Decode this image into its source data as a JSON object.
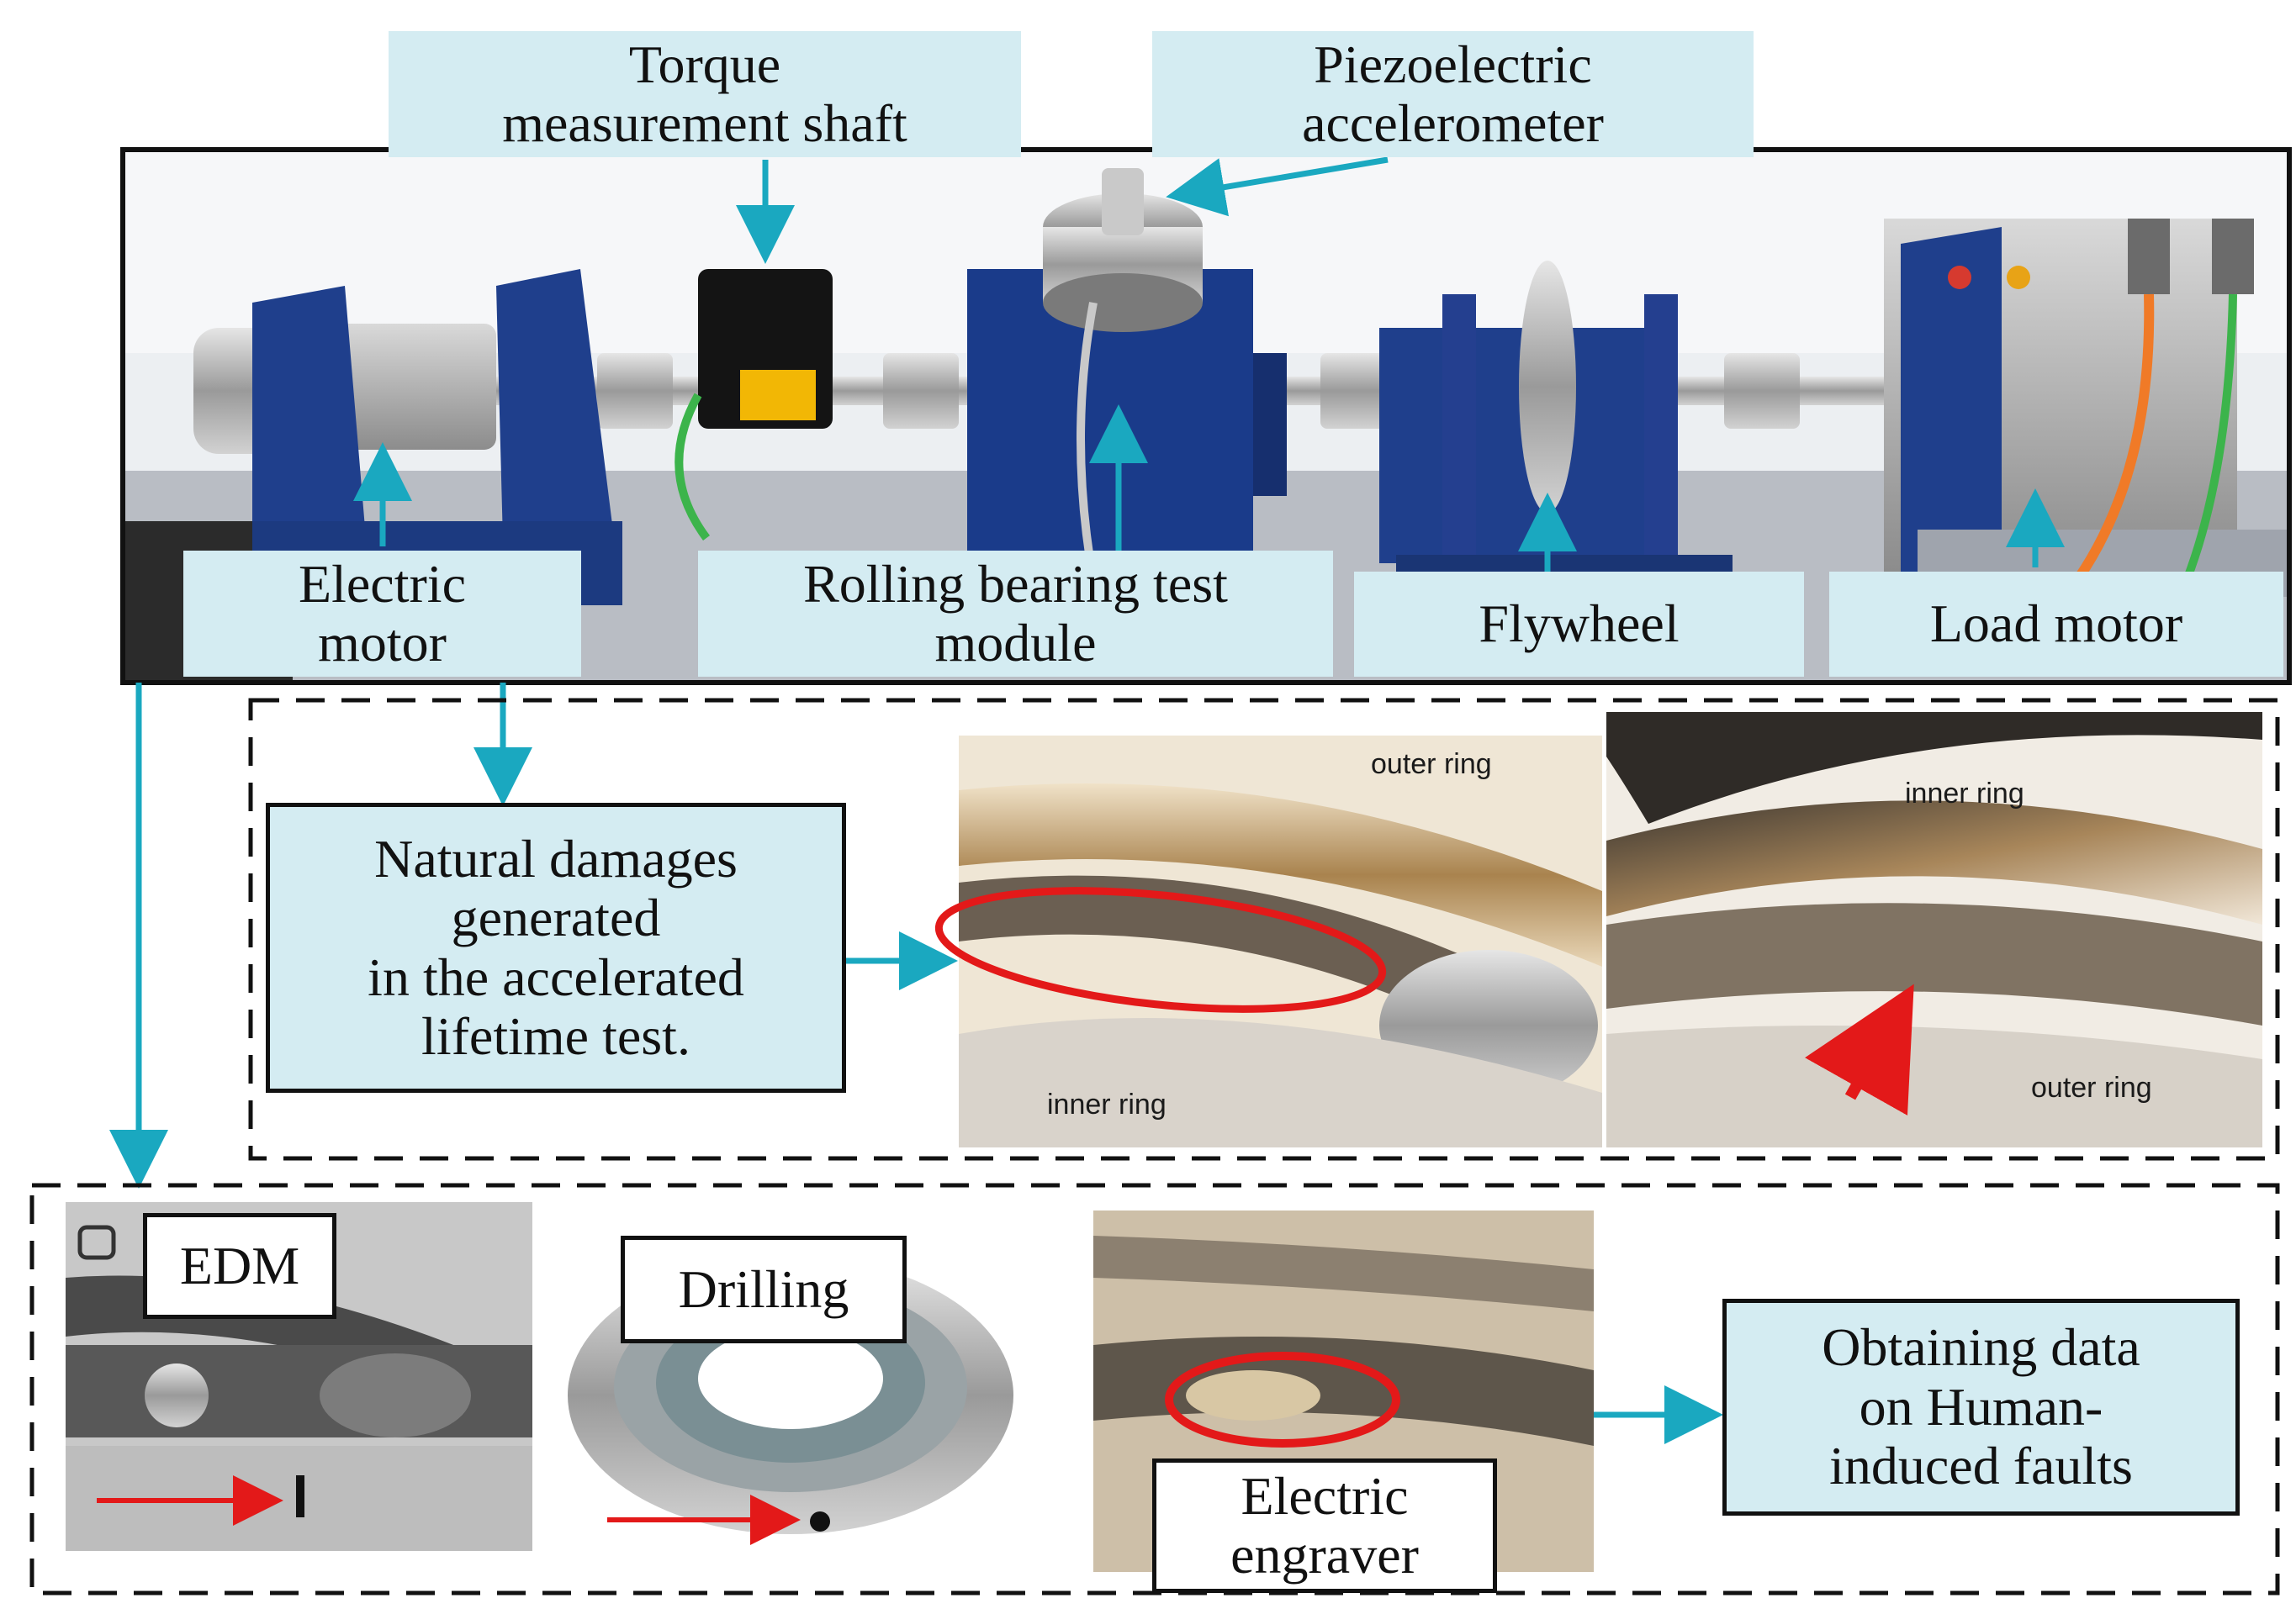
{
  "colors": {
    "label_fill": "#d4ecf2",
    "arrow": "#1aa8c0",
    "fault_marker": "#e31919",
    "machine_blue": "#1f3f8c"
  },
  "test_rig": {
    "labels": {
      "torque_shaft": [
        "Torque",
        "measurement shaft"
      ],
      "accelerometer": [
        "Piezoelectric",
        "accelerometer"
      ],
      "electric_motor": [
        "Electric",
        "motor"
      ],
      "bearing_module": [
        "Rolling bearing test",
        "module"
      ],
      "flywheel": [
        "Flywheel"
      ],
      "load_motor": [
        "Load motor"
      ]
    }
  },
  "natural_damage": {
    "label": [
      "Natural damages",
      "generated",
      "in the accelerated",
      "lifetime test."
    ],
    "photo_left": {
      "top_tag": "outer ring",
      "bottom_tag": "inner ring"
    },
    "photo_right": {
      "top_tag": "inner ring",
      "bottom_tag": "outer ring"
    }
  },
  "artificial_damage": {
    "methods": [
      {
        "label": "EDM",
        "icon": "edm-photo"
      },
      {
        "label": "Drilling",
        "icon": "drilling-photo"
      },
      {
        "label": [
          "Electric",
          "engraver"
        ],
        "icon": "engraver-photo"
      }
    ],
    "result_label": [
      "Obtaining data",
      "on Human-",
      "induced faults"
    ]
  }
}
